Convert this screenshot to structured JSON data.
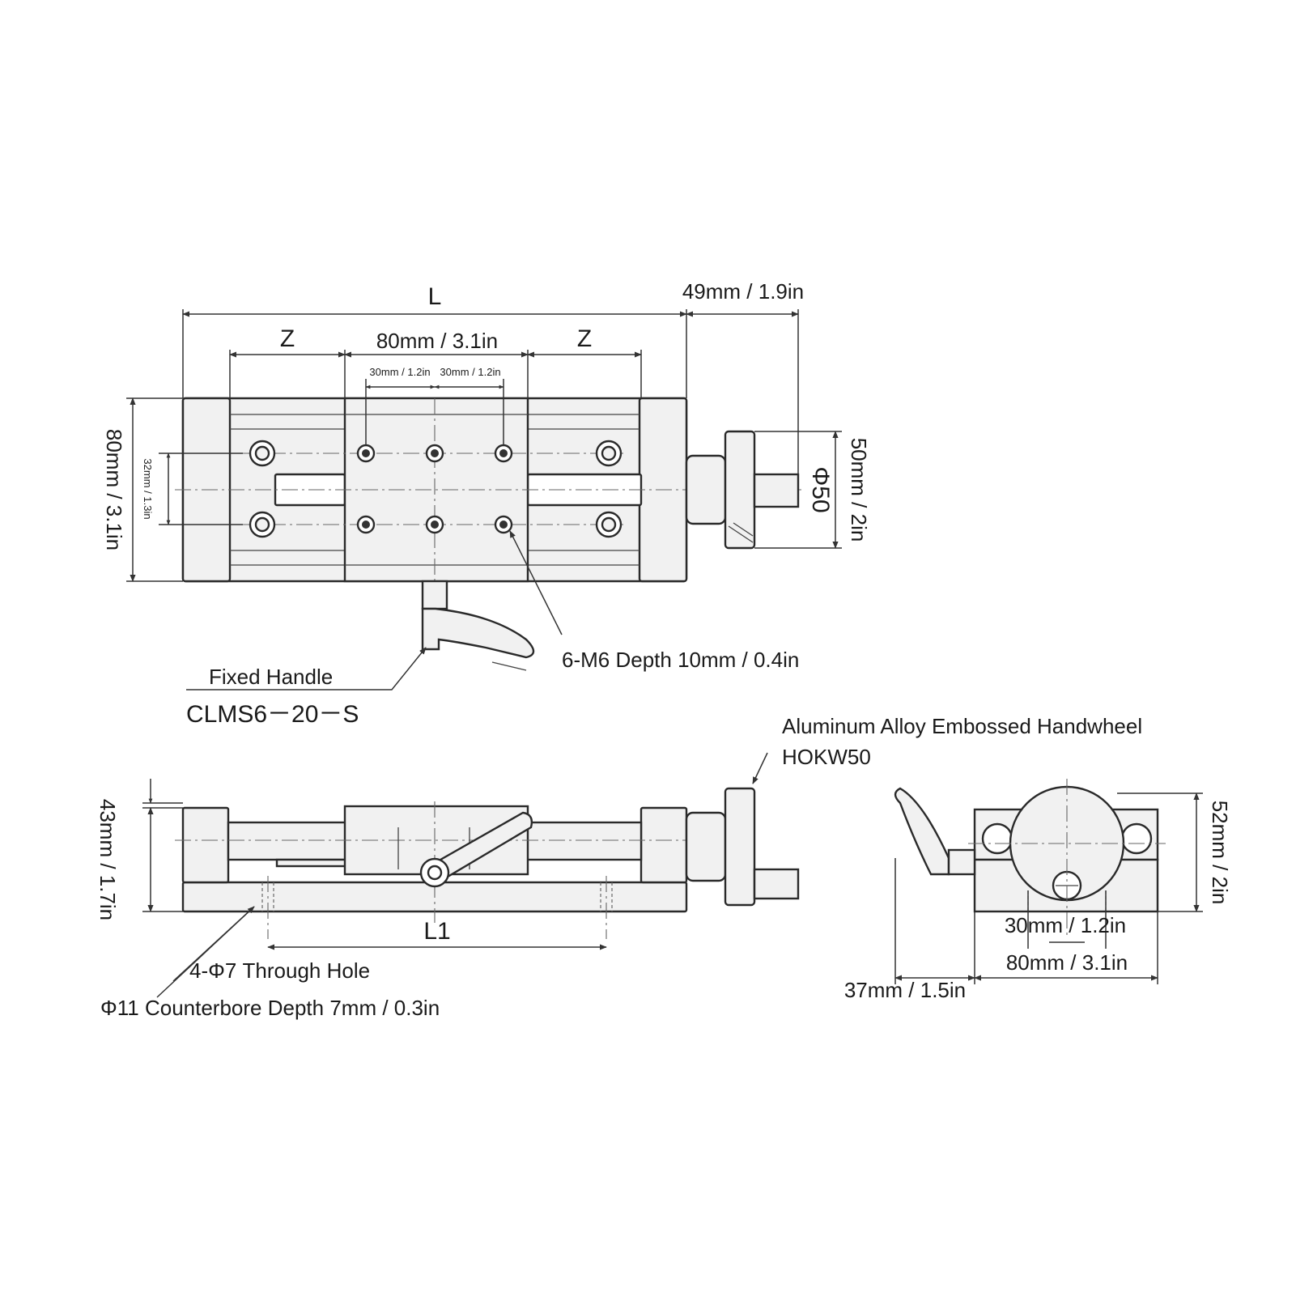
{
  "top_view": {
    "length_label": "L",
    "handwheel_offset": "49mm / 1.9in",
    "z_left": "Z",
    "z_right": "Z",
    "center_span": "80mm / 3.1in",
    "hole_pitch_left": "30mm / 1.2in",
    "hole_pitch_right": "30mm / 1.2in",
    "width": "80mm / 3.1in",
    "row_pitch": "32mm / 1.3in",
    "handwheel_dia": "Φ50",
    "handwheel_height": "50mm / 2in",
    "tapped_holes": "6-M6 Depth 10mm / 0.4in",
    "handle_title": "Fixed Handle",
    "handle_part": "CLMS6－20－S"
  },
  "side_view": {
    "height": "43mm / 1.7in",
    "l1": "L1",
    "through_hole": "4-Φ7 Through Hole",
    "counterbore": "Φ11 Counterbore Depth 7mm / 0.3in",
    "handwheel_title": "Aluminum Alloy Embossed Handwheel",
    "handwheel_part": "HOKW50"
  },
  "end_view": {
    "height": "52mm / 2in",
    "hole_pitch": "30mm / 1.2in",
    "width": "80mm / 3.1in",
    "handle_offset": "37mm / 1.5in"
  }
}
